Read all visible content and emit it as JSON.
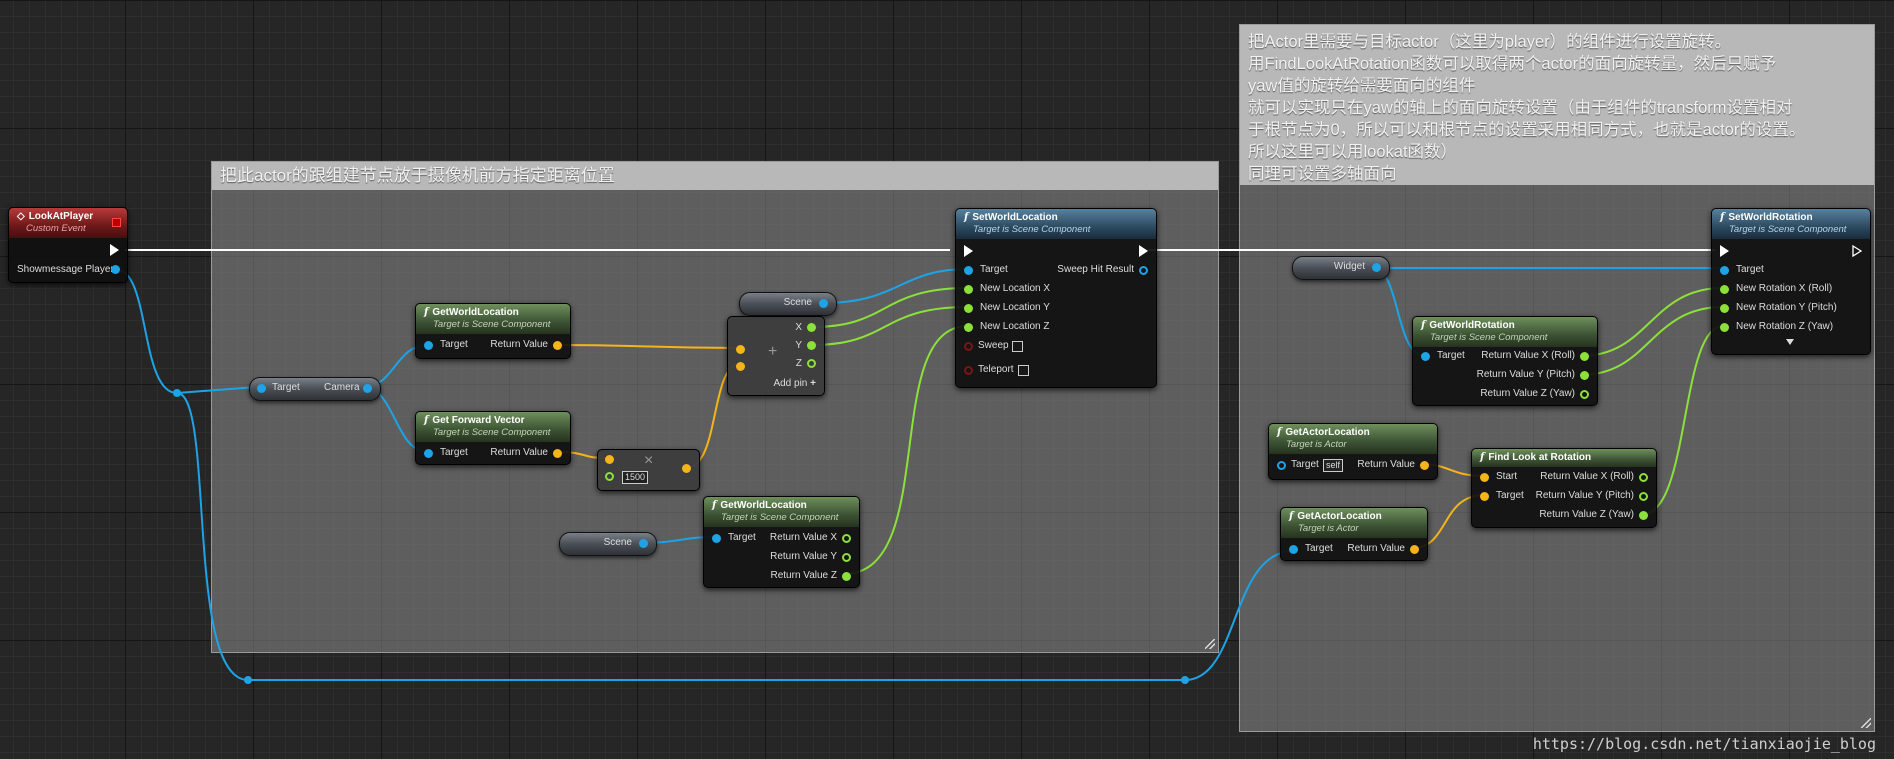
{
  "comments": {
    "left": {
      "title": "把此actor的跟组建节点放于摄像机前方指定距离位置"
    },
    "right": {
      "title": "把Actor里需要与目标actor（这里为player）的组件进行设置旋转。\n用FindLookAtRotation函数可以取得两个actor的面向旋转量，然后只赋予\nyaw值的旋转给需要面向的组件\n就可以实现只在yaw的轴上的面向旋转设置（由于组件的transform设置相对\n于根节点为0，所以可以和根节点的设置采用相同方式，也就是actor的设置。\n所以这里可以用lookat函数）\n同理可设置多轴面向"
    }
  },
  "nodes": {
    "event": {
      "title": "LookAtPlayer",
      "subtitle": "Custom Event",
      "out_pin": "Showmessage Player"
    },
    "cam_var": {
      "target": "Target",
      "value": "Camera"
    },
    "gwl1": {
      "title": "GetWorldLocation",
      "subtitle": "Target is Scene Component",
      "in": "Target",
      "out": "Return Value"
    },
    "gfv": {
      "title": "Get Forward Vector",
      "subtitle": "Target is Scene Component",
      "in": "Target",
      "out": "Return Value"
    },
    "mul": {
      "value": "1500",
      "op": "×"
    },
    "scene1": {
      "label": "Scene"
    },
    "scene2": {
      "label": "Scene"
    },
    "add": {
      "op": "+",
      "x": "X",
      "y": "Y",
      "z": "Z",
      "addpin": "Add pin"
    },
    "gwl2": {
      "title": "GetWorldLocation",
      "subtitle": "Target is Scene Component",
      "in": "Target",
      "out_x": "Return Value X",
      "out_y": "Return Value Y",
      "out_z": "Return Value Z"
    },
    "swl": {
      "title": "SetWorldLocation",
      "subtitle": "Target is Scene Component",
      "target": "Target",
      "lx": "New Location X",
      "ly": "New Location Y",
      "lz": "New Location Z",
      "sweep": "Sweep",
      "teleport": "Teleport",
      "hit": "Sweep Hit Result"
    },
    "widget": {
      "label": "Widget"
    },
    "gwr": {
      "title": "GetWorldRotation",
      "subtitle": "Target is Scene Component",
      "in": "Target",
      "rx": "Return Value X (Roll)",
      "ry": "Return Value Y (Pitch)",
      "rz": "Return Value Z (Yaw)"
    },
    "gal1": {
      "title": "GetActorLocation",
      "subtitle": "Target is Actor",
      "in": "Target",
      "self": "self",
      "out": "Return Value"
    },
    "gal2": {
      "title": "GetActorLocation",
      "subtitle": "Target is Actor",
      "in": "Target",
      "out": "Return Value"
    },
    "flr": {
      "title": "Find Look at Rotation",
      "start": "Start",
      "target": "Target",
      "rx": "Return Value X (Roll)",
      "ry": "Return Value Y (Pitch)",
      "rz": "Return Value Z (Yaw)"
    },
    "swr": {
      "title": "SetWorldRotation",
      "subtitle": "Target is Scene Component",
      "target": "Target",
      "rx": "New Rotation X (Roll)",
      "ry": "New Rotation Y (Pitch)",
      "rz": "New Rotation Z (Yaw)"
    }
  },
  "watermark": "https://blog.csdn.net/tianxiaojie_blog",
  "colors": {
    "exec": "#ffffff",
    "object": "#1da3e6",
    "vector": "#f4b41a",
    "float": "#8ce03a"
  }
}
